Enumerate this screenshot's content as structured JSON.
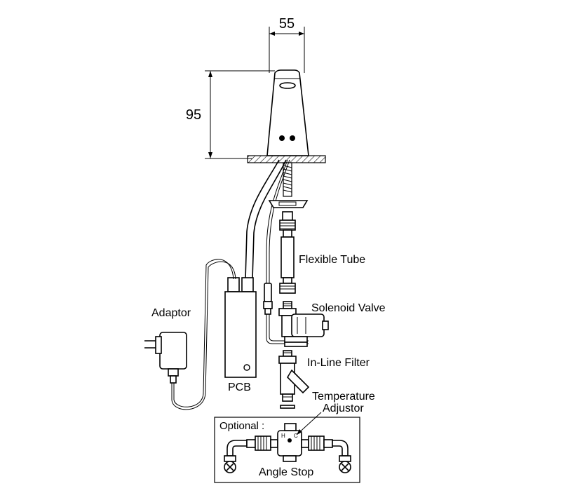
{
  "dimensions": {
    "width_label": "55",
    "height_label": "95"
  },
  "labels": {
    "flexible_tube": "Flexible Tube",
    "solenoid_valve": "Solenoid Valve",
    "adaptor": "Adaptor",
    "inline_filter": "In-Line Filter",
    "pcb": "PCB",
    "temperature_line1": "Temperature",
    "temperature_line2": "Adjustor",
    "optional": "Optional :",
    "angle_stop": "Angle Stop",
    "hot_mark": "H",
    "cold_mark": "C"
  }
}
